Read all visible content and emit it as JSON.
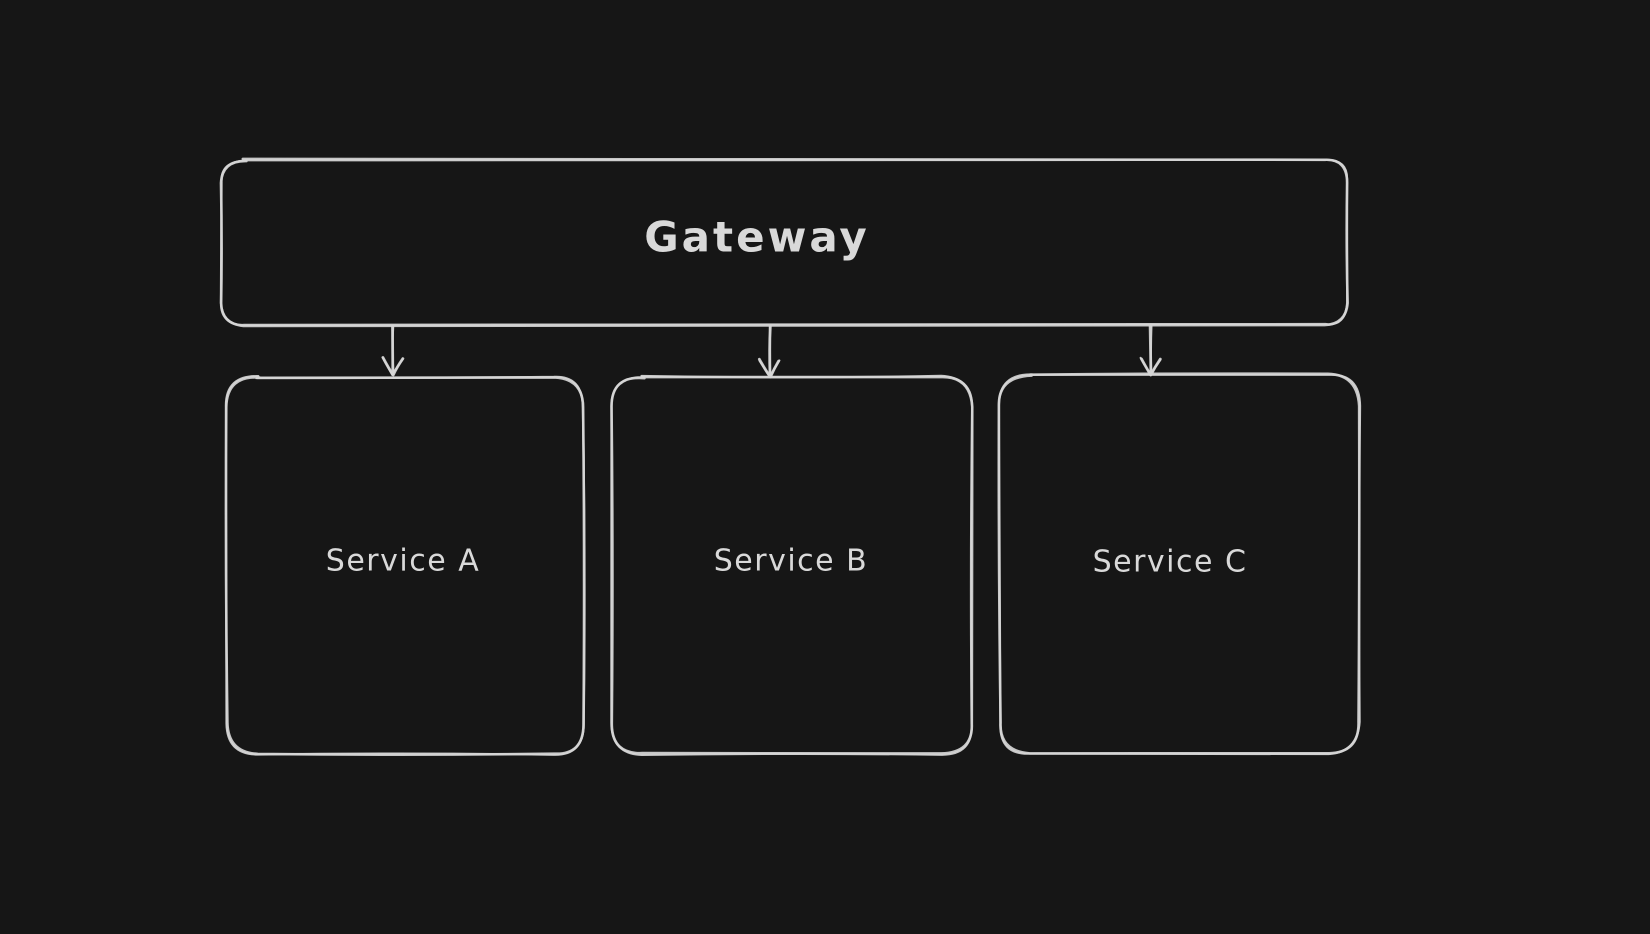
{
  "colors": {
    "background": "#161616",
    "stroke": "#d6d6d6",
    "text": "#d9d9d9"
  },
  "diagram": {
    "type": "flowchart",
    "nodes": {
      "gateway": {
        "label": "Gateway"
      },
      "service_a": {
        "label": "Service A"
      },
      "service_b": {
        "label": "Service B"
      },
      "service_c": {
        "label": "Service C"
      }
    },
    "edges": [
      {
        "from": "Gateway",
        "to": "Service A",
        "style": "arrow-down"
      },
      {
        "from": "Gateway",
        "to": "Service B",
        "style": "arrow-down"
      },
      {
        "from": "Gateway",
        "to": "Service C",
        "style": "arrow-down"
      }
    ]
  }
}
